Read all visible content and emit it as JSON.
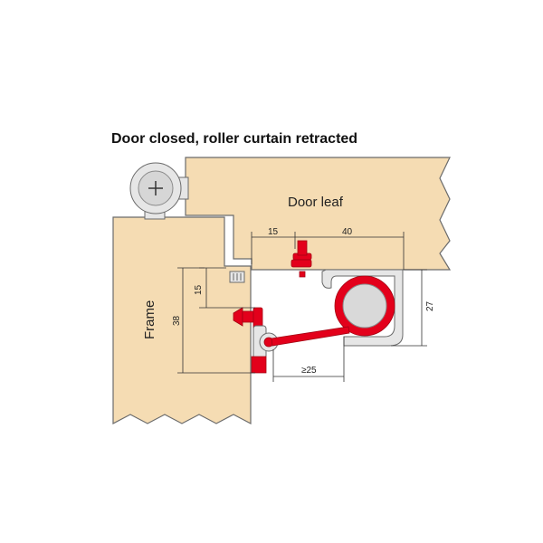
{
  "title": "Door closed, roller curtain retracted",
  "labels": {
    "door_leaf": "Door leaf",
    "frame": "Frame"
  },
  "dimensions": {
    "d15_top": "15",
    "d40": "40",
    "d15_left": "15",
    "d38": "38",
    "d27": "27",
    "d25": "≥25"
  },
  "colors": {
    "wood": "#f5dcb3",
    "seal_red": "#e3001b",
    "metal_grey": "#e6e6e6",
    "outline": "#6b6b6b"
  },
  "icons": {
    "hinge": "hinge-pin-icon",
    "screw": "plus-screw-icon"
  }
}
